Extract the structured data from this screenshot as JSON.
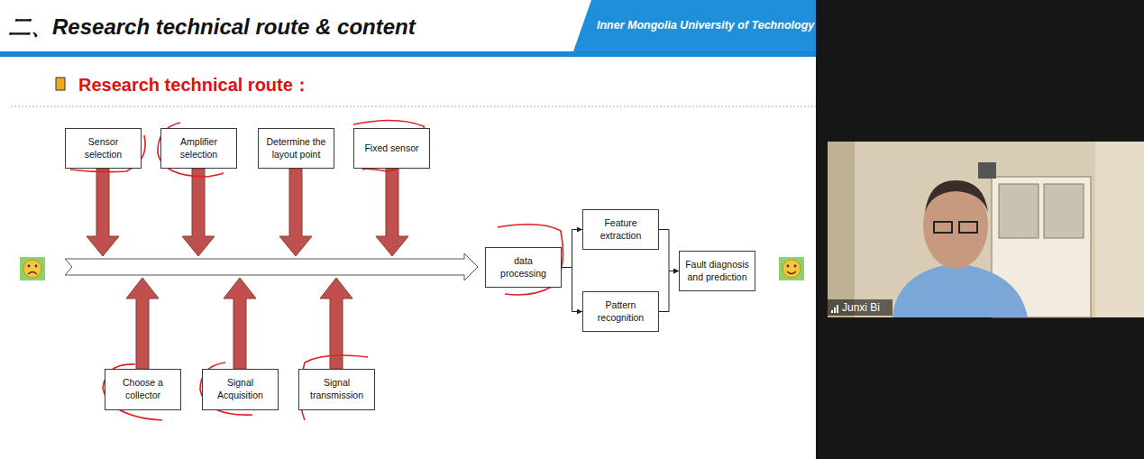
{
  "diagram": {
    "title": "二、Research technical route & content",
    "nodes": [
      {
        "text": [
          "Sensor selection"
        ]
      },
      {
        "text": [
          "Amplifier selection"
        ]
      },
      {
        "text": [
          "Determine the layout point"
        ]
      },
      {
        "text": [
          "Fixed sensor"
        ]
      },
      {
        "text": [
          "Choose a collector"
        ]
      },
      {
        "text": [
          "Signal Acquisition"
        ]
      },
      {
        "text": [
          "Signal transmission"
        ]
      },
      {
        "text": [
          "data processing"
        ]
      },
      {
        "text": [
          "Feature extraction"
        ]
      },
      {
        "text": [
          "Pattern recognition"
        ]
      },
      {
        "text": [
          "Fault diagnosis and prediction"
        ]
      }
    ],
    "edges": [
      {
        "from": 7,
        "to": 8,
        "arrow": "to"
      },
      {
        "from": 7,
        "to": 9,
        "arrow": "to"
      },
      {
        "from": 8,
        "to": 10,
        "arrow": "to"
      },
      {
        "from": 9,
        "to": 10,
        "arrow": "to"
      }
    ],
    "labels": [
      "Inner Mongolia University of Technology",
      "Research technical route：",
      "Junxi Bi"
    ]
  }
}
